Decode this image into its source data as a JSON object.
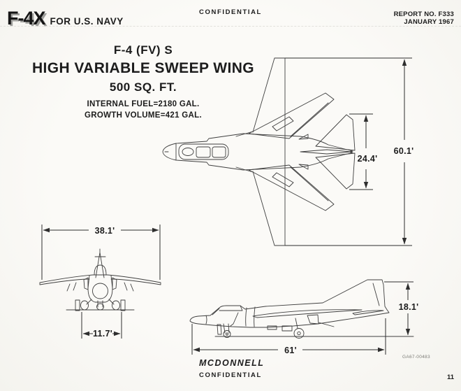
{
  "header": {
    "logo": "F-4X",
    "logo_tagline": "FOR U.S. NAVY",
    "classification": "CONFIDENTIAL",
    "report_no": "REPORT NO. F333",
    "report_date": "JANUARY 1967"
  },
  "title_block": {
    "model": "F-4 (FV) S",
    "headline": "HIGH VARIABLE SWEEP WING",
    "wing_area": "500 SQ. FT.",
    "internal_fuel": "INTERNAL FUEL=2180 GAL.",
    "growth_volume": "GROWTH VOLUME=421 GAL."
  },
  "drawing": {
    "plan_view": {
      "span_extended": "60.1'",
      "tail_span": "24.4'"
    },
    "front_view": {
      "span_swept": "38.1'",
      "gear_track": "11.7'"
    },
    "side_view": {
      "length": "61'",
      "height": "18.1'"
    }
  },
  "footer": {
    "company": "MCDONNELL",
    "classification": "CONFIDENTIAL",
    "figure_code": "GA67-00483",
    "page_number": "11"
  },
  "colors": {
    "paper": "#fbfaf7",
    "ink": "#1c1c1c",
    "line": "#3f3f3f"
  }
}
